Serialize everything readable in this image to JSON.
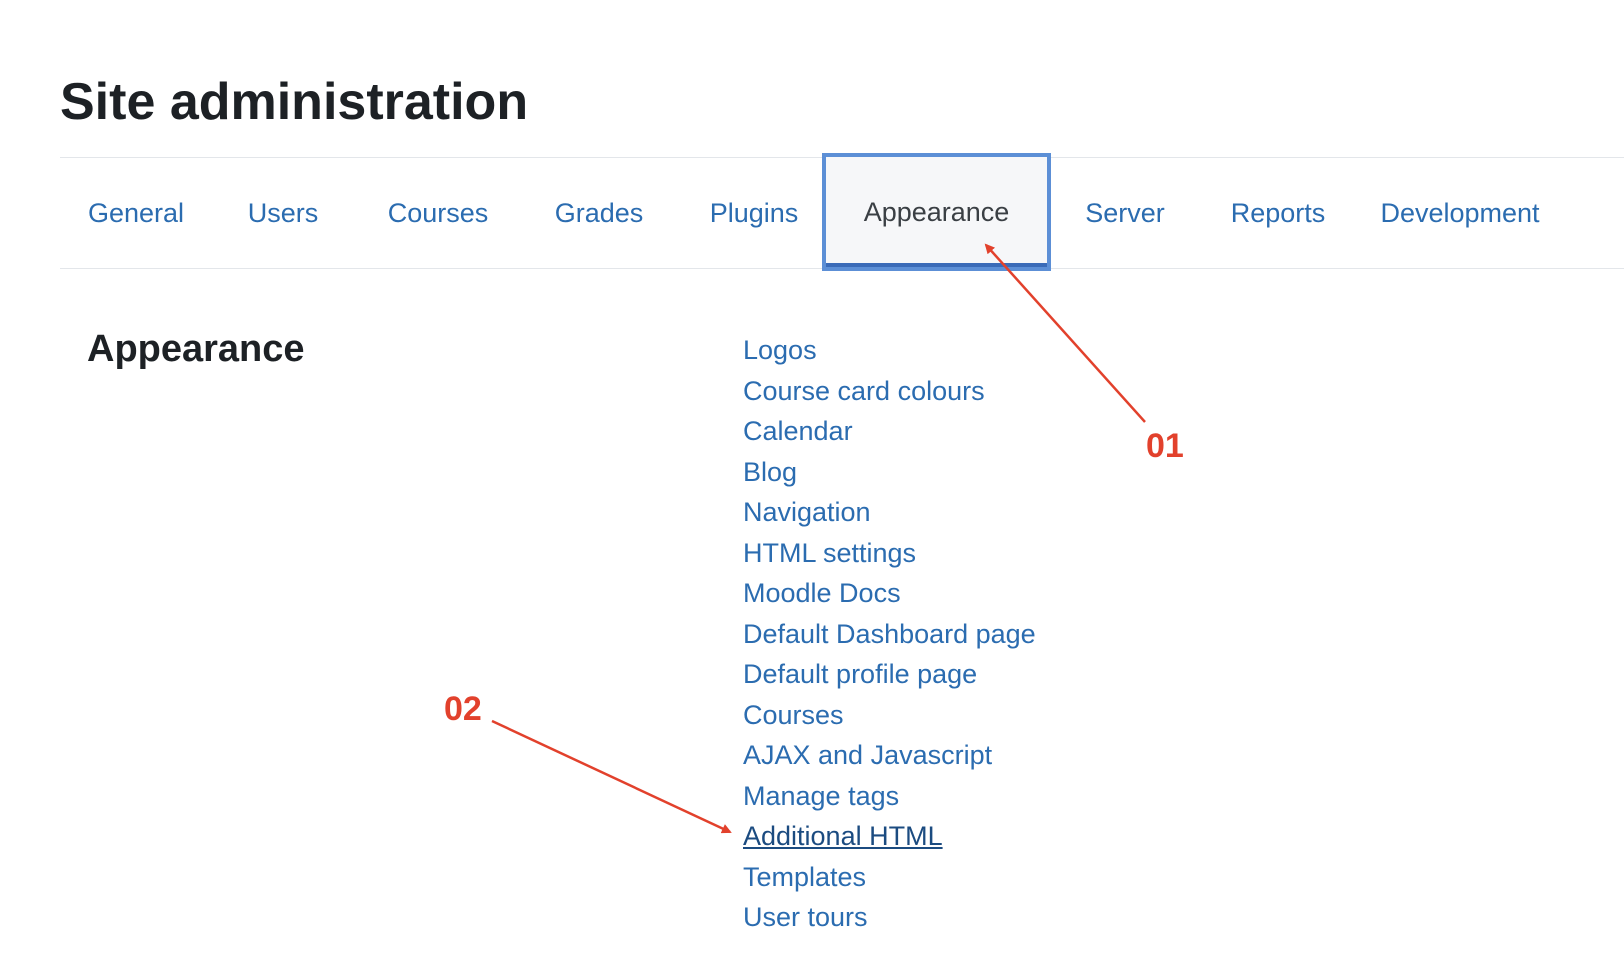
{
  "page": {
    "title": "Site administration"
  },
  "tabs": [
    {
      "label": "General"
    },
    {
      "label": "Users"
    },
    {
      "label": "Courses"
    },
    {
      "label": "Grades"
    },
    {
      "label": "Plugins"
    },
    {
      "label": "Appearance",
      "active": true
    },
    {
      "label": "Server"
    },
    {
      "label": "Reports"
    },
    {
      "label": "Development"
    }
  ],
  "section": {
    "heading": "Appearance",
    "links": [
      {
        "label": "Logos"
      },
      {
        "label": "Course card colours"
      },
      {
        "label": "Calendar"
      },
      {
        "label": "Blog"
      },
      {
        "label": "Navigation"
      },
      {
        "label": "HTML settings"
      },
      {
        "label": "Moodle Docs"
      },
      {
        "label": "Default Dashboard page"
      },
      {
        "label": "Default profile page"
      },
      {
        "label": "Courses"
      },
      {
        "label": "AJAX and Javascript"
      },
      {
        "label": "Manage tags"
      },
      {
        "label": "Additional HTML",
        "hovered": true
      },
      {
        "label": "Templates"
      },
      {
        "label": "User tours"
      }
    ]
  },
  "annotations": {
    "label_01": "01",
    "label_02": "02",
    "color": "#e2412c"
  },
  "colors": {
    "link": "#2b6cb0",
    "link_hover": "#1b4b80",
    "active_tab_border": "#5c8fd6",
    "heading": "#1d2125"
  }
}
